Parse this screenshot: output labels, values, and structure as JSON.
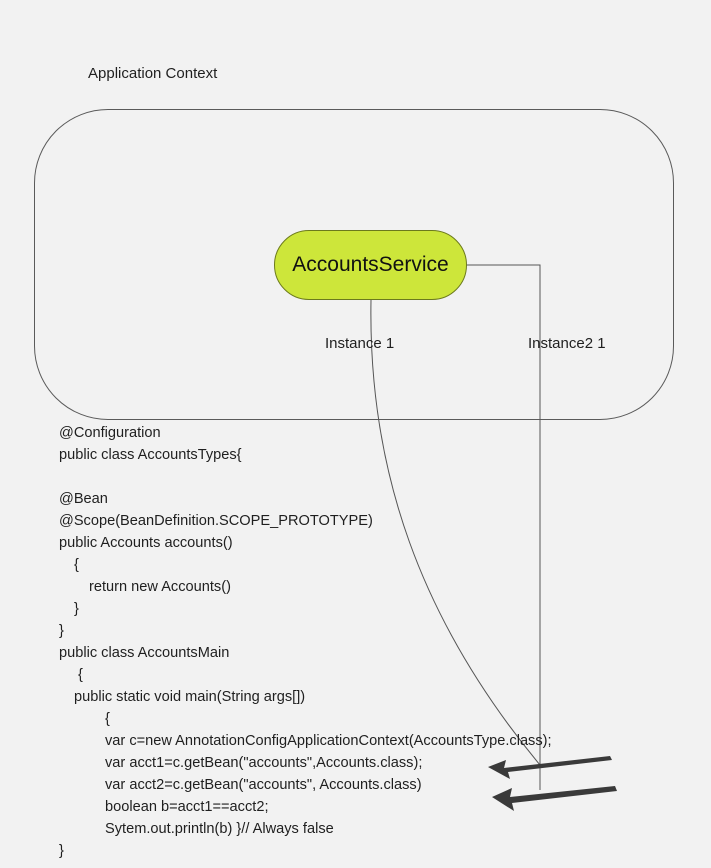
{
  "diagram": {
    "title": "Application Context",
    "service_label": "AccountsService",
    "edge_labels": [
      "Instance 1",
      "Instance2 1"
    ]
  },
  "colors": {
    "service_fill": "#cde63a",
    "line": "#555555",
    "arrow": "#3a3a3a",
    "background": "#f2f2f2"
  },
  "code": {
    "lines": [
      "@Configuration",
      "public class AccountsTypes{",
      "",
      "@Bean",
      "@Scope(BeanDefinition.SCOPE_PROTOTYPE)",
      "public Accounts accounts()",
      "{",
      "return new Accounts()",
      "}",
      "}",
      "public class AccountsMain",
      "{",
      "public static void main(String args[])",
      "{",
      "var c=new AnnotationConfigApplicationContext(AccountsType.class);",
      "var acct1=c.getBean(\"accounts\",Accounts.class);",
      "var acct2=c.getBean(\"accounts\", Accounts.class)",
      "boolean b=acct1==acct2;",
      "Sytem.out.println(b) }// Always false",
      "}"
    ]
  }
}
